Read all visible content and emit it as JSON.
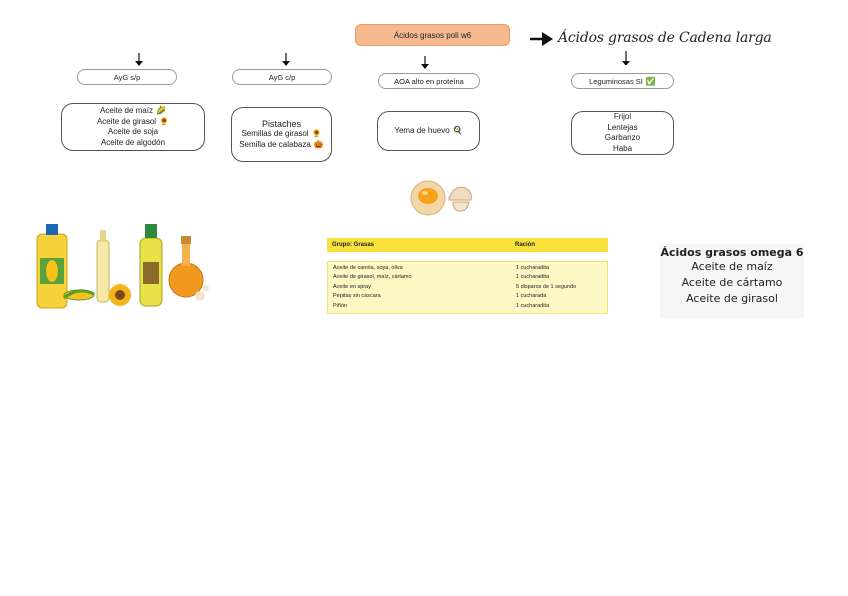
{
  "root": {
    "label": "Ácidos grasos poli w6"
  },
  "note": {
    "label": "Ácidos grasos de Cadena larga"
  },
  "categories": [
    {
      "label": "AyG s/p",
      "items": [
        "Aceite de maíz",
        "Aceite de girasol",
        "Aceite de soja",
        "Aceite de algodón"
      ]
    },
    {
      "label": "AyG c/p",
      "heading": "Pistaches",
      "items": [
        "Semillas de girasol",
        "Semilla de calabaza"
      ]
    },
    {
      "label": "AOA alto en proteína",
      "items": [
        "Yema de huevo"
      ]
    },
    {
      "label": "Leguminosas SI",
      "items": [
        "Frijol",
        "Lentejas",
        "Garbanzo",
        "Haba"
      ]
    }
  ],
  "icons": {
    "corn": "🌽",
    "sunflower": "🌻",
    "pumpkin": "🎃",
    "egg": "🍳",
    "check": "✅"
  },
  "table": {
    "headers": [
      "Grupo: Grasas",
      "Ración"
    ],
    "rows": [
      [
        "Aceite de canola, soya, oliva",
        "1 cucharadita"
      ],
      [
        "Aceite de girasol, maíz, cártamo",
        "1 cucharadita"
      ],
      [
        "Aceite en spray",
        "5 disparos de 1 segundo"
      ],
      [
        "Pepitas sin cáscara",
        "1 cucharada"
      ],
      [
        "Piñón",
        "1 cucharadita"
      ]
    ]
  },
  "omega6": {
    "title": "Ácidos grasos omega 6",
    "items": [
      "Aceite de maíz",
      "Aceite de cártamo",
      "Aceite de girasol"
    ]
  },
  "colors": {
    "root_fill": "#f6b98e",
    "table_header": "#f7e13a",
    "table_body": "#fdf7c4",
    "check": "#3bb34a"
  }
}
